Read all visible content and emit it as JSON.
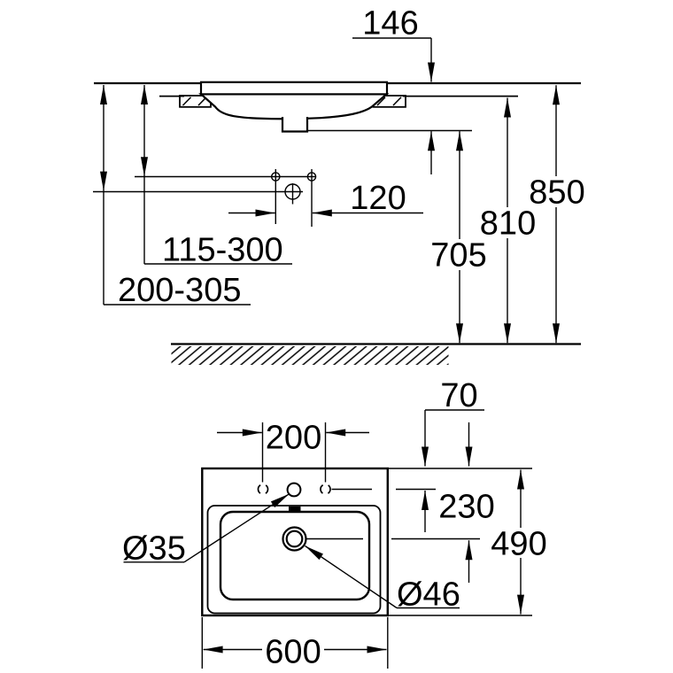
{
  "drawing": {
    "background": "#ffffff",
    "line_color": "#000000",
    "font_color": "#000000",
    "side_view": {
      "description": "side elevation with installation heights",
      "labels": {
        "faucet_ledge": "146",
        "hole_spacing": "120",
        "supply_range": "115-300",
        "drain_range": "200-305",
        "drain_height": "705",
        "underside_height": "810",
        "rim_height": "850"
      }
    },
    "plan_view": {
      "description": "plan view with basin dimensions",
      "labels": {
        "hole_pitch": "200",
        "hole_to_back": "70",
        "drain_to_back": "230",
        "depth": "490",
        "width": "600",
        "faucet_hole_dia": "Ø35",
        "drain_hole_dia": "Ø46"
      }
    }
  }
}
